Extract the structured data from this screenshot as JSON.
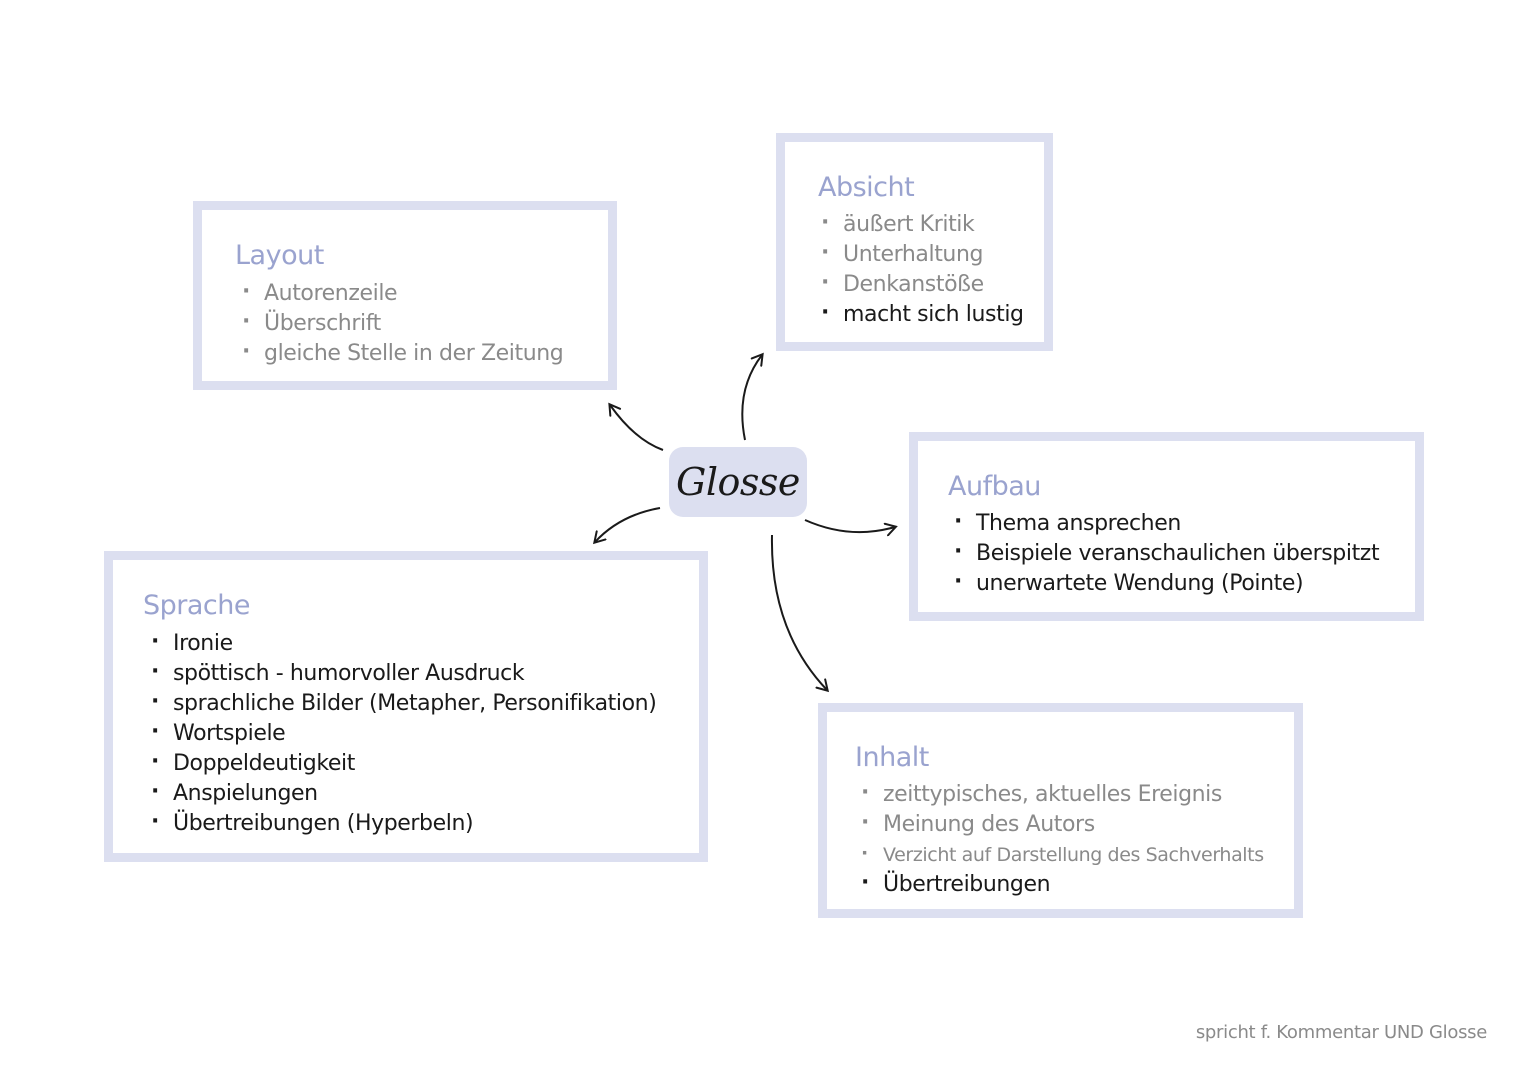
{
  "center": {
    "label": "Glosse"
  },
  "layout_box": {
    "title": "Layout",
    "items": [
      "Autorenzeile",
      "Überschrift",
      "gleiche Stelle in der Zeitung"
    ]
  },
  "absicht_box": {
    "title": "Absicht",
    "items": [
      "äußert Kritik",
      "Unterhaltung",
      "Denkanstöße",
      "macht sich lustig"
    ]
  },
  "aufbau_box": {
    "title": "Aufbau",
    "items": [
      "Thema ansprechen",
      "Beispiele veranschaulichen überspitzt",
      "unerwartete Wendung (Pointe)"
    ]
  },
  "sprache_box": {
    "title": "Sprache",
    "items": [
      "Ironie",
      "spöttisch - humorvoller Ausdruck",
      "sprachliche Bilder (Metapher, Personifikation)",
      "Wortspiele",
      "Doppeldeutigkeit",
      "Anspielungen",
      "Übertreibungen (Hyperbeln)"
    ]
  },
  "inhalt_box": {
    "title": "Inhalt",
    "items": [
      "zeittypisches, aktuelles Ereignis",
      "Meinung des Autors",
      "Verzicht auf Darstellung des Sachverhalts",
      "Übertreibungen"
    ]
  },
  "footer": {
    "text": "spricht f. Kommentar UND Glosse"
  },
  "colors": {
    "box_border": "#dcdff0",
    "title_text": "#9aa3cf",
    "muted_text": "#8a8a8a",
    "dark_text": "#1a1a1a"
  }
}
